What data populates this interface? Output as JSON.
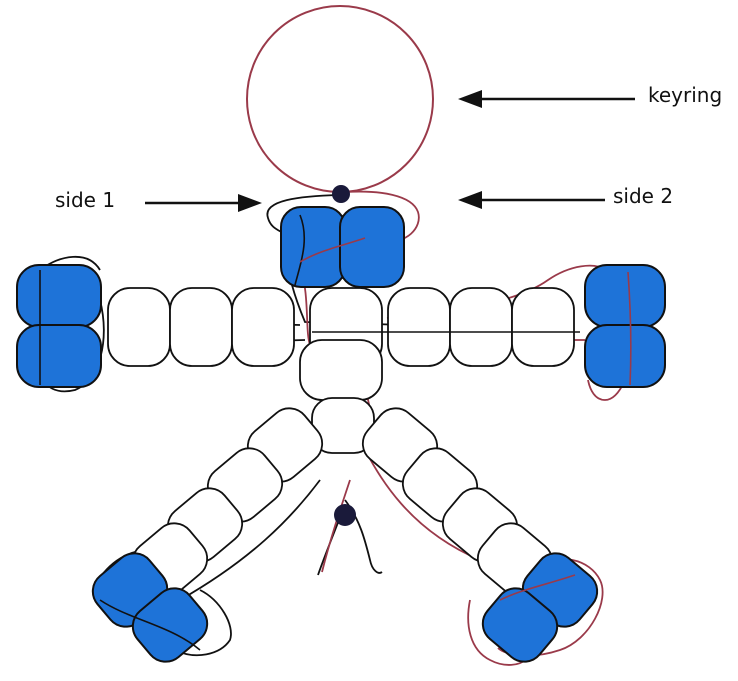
{
  "labels": {
    "keyring": "keyring",
    "side1": "side 1",
    "side2": "side 2"
  },
  "colors": {
    "bead_blue": "#1e73d8",
    "bead_outline": "#111111",
    "cord_red": "#9a3a4a",
    "cord_black": "#111111",
    "knot": "#1a1a3a"
  }
}
